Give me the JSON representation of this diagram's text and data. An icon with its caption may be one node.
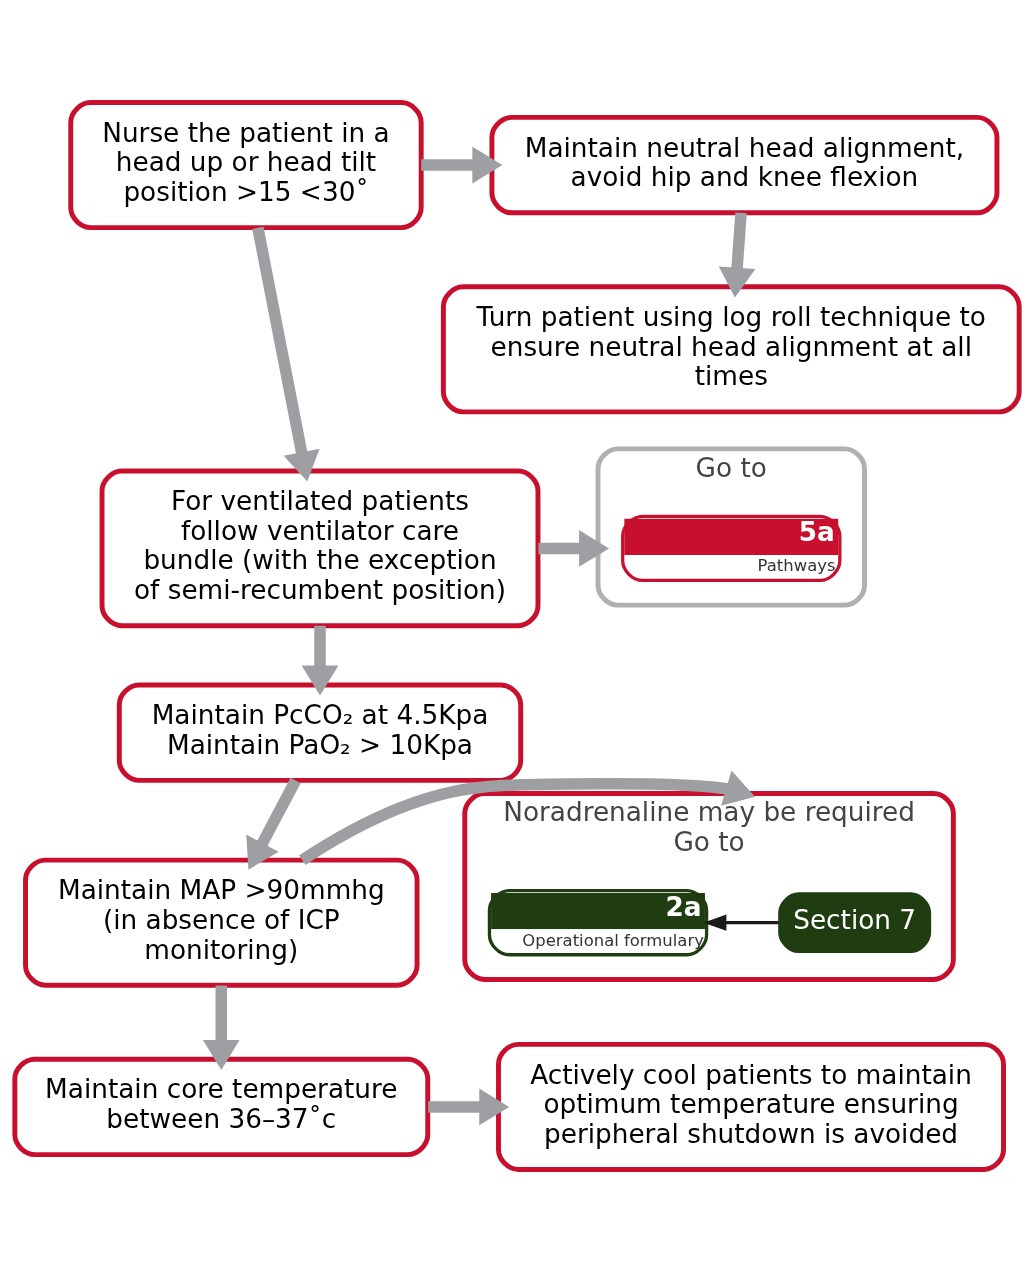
{
  "diagram": {
    "nodes": [
      {
        "text": [
          "Nurse the patient in a head up or head tilt position >15 <30˚"
        ]
      },
      {
        "text": [
          "Maintain neutral head alignment, avoid hip and knee flexion"
        ]
      },
      {
        "text": [
          "Turn patient using log roll technique to ensure neutral head alignment at all times"
        ]
      },
      {
        "text": [
          "For ventilated patients follow ventilator care bundle (with the exception of semi-recumbent position)"
        ]
      },
      {
        "text": [
          "Go to"
        ]
      },
      {
        "text": [
          "5a",
          "Pathways"
        ],
        "in": 4
      },
      {
        "text": [
          "Maintain PcCO₂ at 4.5Kpa Maintain PaO₂ > 10Kpa"
        ]
      },
      {
        "text": [
          "Maintain MAP >90mmhg (in absence of ICP monitoring)"
        ]
      },
      {
        "text": [
          "Noradrenaline may be required",
          "Go to"
        ]
      },
      {
        "text": [
          "Section 7"
        ],
        "in": 8
      },
      {
        "text": [
          "2a",
          "Operational formulary"
        ],
        "in": 8
      },
      {
        "text": [
          "Maintain core temperature between 36–37˚c"
        ]
      },
      {
        "text": [
          "Actively cool patients to maintain optimum temperature ensuring peripheral shutdown is avoided"
        ]
      }
    ],
    "edges": [
      {
        "from": 0,
        "to": 1,
        "arrow": "to"
      },
      {
        "from": 1,
        "to": 2,
        "arrow": "to"
      },
      {
        "from": 0,
        "to": 3,
        "arrow": "to"
      },
      {
        "from": 3,
        "to": 4,
        "arrow": "to"
      },
      {
        "from": 3,
        "to": 6,
        "arrow": "to"
      },
      {
        "from": 6,
        "to": 7,
        "arrow": "to"
      },
      {
        "from": 7,
        "to": 8,
        "arrow": "to"
      },
      {
        "from": 9,
        "to": 10,
        "arrow": "to",
        "color": "#1a1a1a"
      },
      {
        "from": 7,
        "to": 11,
        "arrow": "to"
      },
      {
        "from": 11,
        "to": 12,
        "arrow": "to"
      }
    ]
  }
}
